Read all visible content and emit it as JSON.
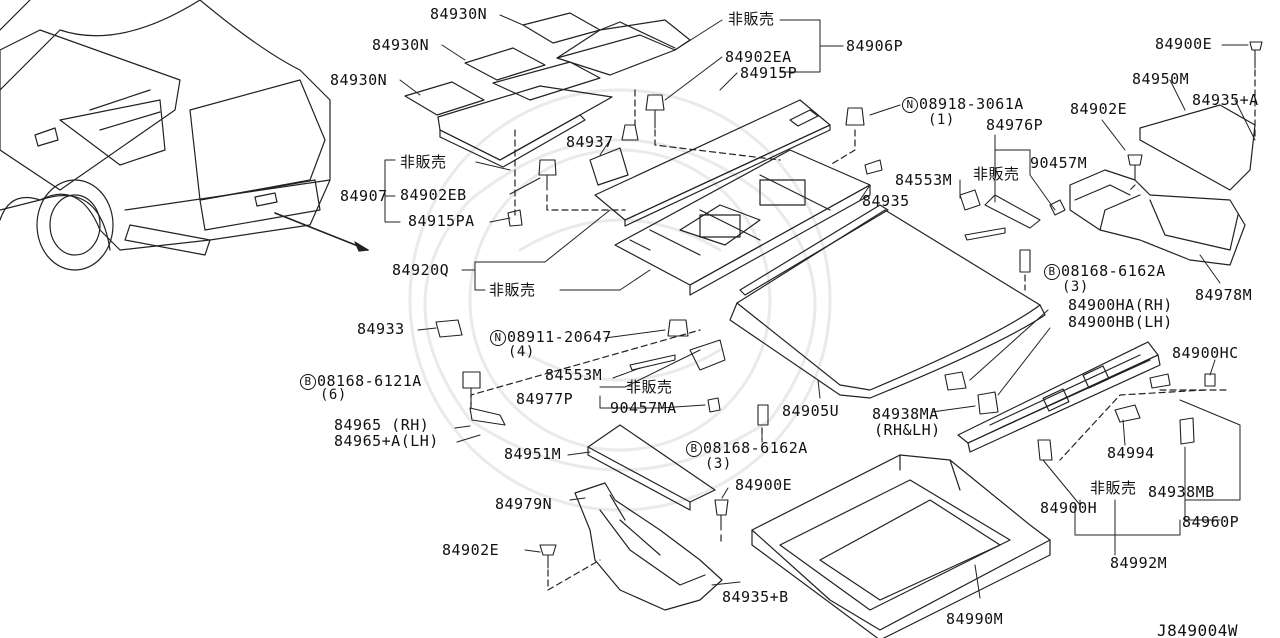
{
  "diagram_id": "J849004W",
  "glyphs": {
    "N": "N",
    "B": "B"
  },
  "labels": {
    "l84930N_a": "84930N",
    "l84930N_b": "84930N",
    "l84930N_c": "84930N",
    "nonsale_a": "非販売",
    "l84902EA": "84902EA",
    "l84915P": "84915P",
    "l84906P": "84906P",
    "l84900E_tr": "84900E",
    "l84950M": "84950M",
    "l84935A": "84935+A",
    "l84902E_r": "84902E",
    "l08918": "08918-3061A",
    "q08918": "(1)",
    "l84976P": "84976P",
    "l90457M": "90457M",
    "nonsale_b": "非販売",
    "l84553M_r": "84553M",
    "l84935": "84935",
    "l84937": "84937",
    "nonsale_c": "非販売",
    "l84907": "84907",
    "l84902EB": "84902EB",
    "l84915PA": "84915PA",
    "l84920Q": "84920Q",
    "nonsale_d": "非販売",
    "l08168_6162A_r": "08168-6162A",
    "q08168_6162A_r": "(3)",
    "l84978M": "84978M",
    "l84900HA": "84900HA(RH)",
    "l84900HB": "84900HB(LH)",
    "l84933": "84933",
    "l08911": "08911-20647",
    "q08911": "(4)",
    "l84553M_m": "84553M",
    "nonsale_e": "非販売",
    "l84977P": "84977P",
    "l90457MA": "90457MA",
    "l08168_6121A": "08168-6121A",
    "q08168_6121A": "(6)",
    "l84965": "84965  (RH)",
    "l84965A": "84965+A(LH)",
    "l84905U": "84905U",
    "l84938MA": "84938MA",
    "rhlh": "(RH&LH)",
    "l84900HC": "84900HC",
    "l84951M": "84951M",
    "l08168_6162A_m": "08168-6162A",
    "q08168_6162A_m": "(3)",
    "l84994": "84994",
    "l84938MB": "84938MB",
    "l84900E_m": "84900E",
    "l84979N": "84979N",
    "nonsale_f": "非販売",
    "l84900H": "84900H",
    "l84960P": "84960P",
    "l84902E_b": "84902E",
    "l84992M": "84992M",
    "l84935B": "84935+B",
    "l84990M": "84990M"
  }
}
